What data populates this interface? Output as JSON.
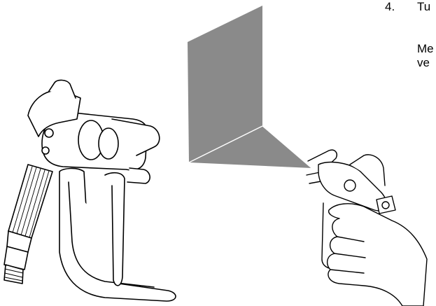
{
  "step": {
    "number": "4.",
    "title": "Tu",
    "body_lines": [
      "Me",
      "ve"
    ]
  },
  "colors": {
    "wall": "#8a8a8a",
    "line": "#000000"
  },
  "icons": [
    "spray-gun-icon",
    "spray-gun-in-hand-icon",
    "wall-corner-icon"
  ]
}
